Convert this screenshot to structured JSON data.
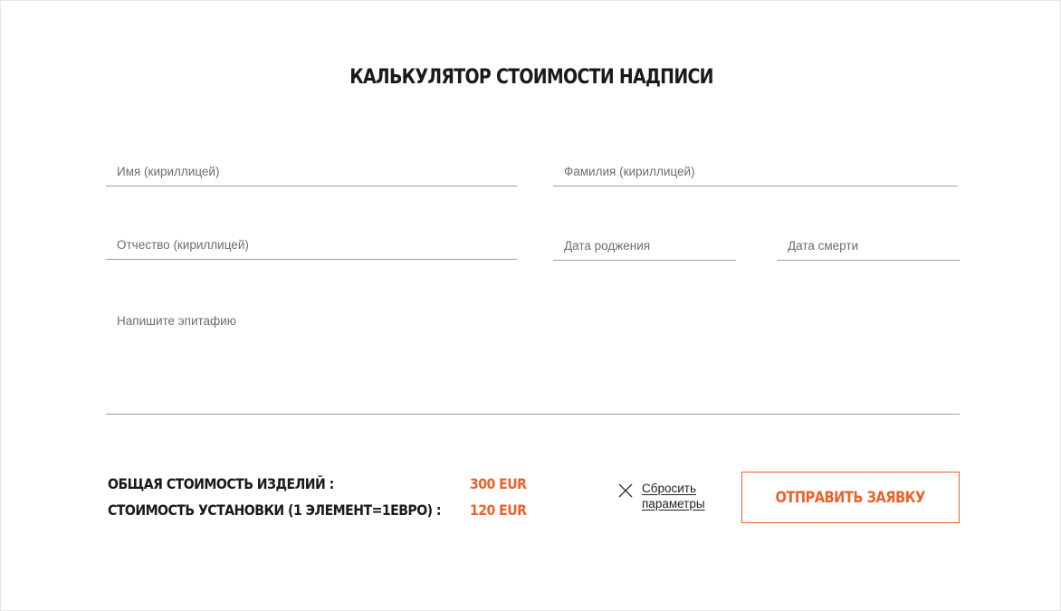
{
  "page": {
    "title": "КАЛЬКУЛЯТОР СТОИМОСТИ НАДПИСИ"
  },
  "form": {
    "first_name": {
      "placeholder": "Имя (кириллицей)",
      "value": ""
    },
    "last_name": {
      "placeholder": "Фамилия (кириллицей)",
      "value": ""
    },
    "patronymic": {
      "placeholder": "Отчество (кириллицей)",
      "value": ""
    },
    "birth_date": {
      "placeholder": "Дата роджения",
      "value": ""
    },
    "death_date": {
      "placeholder": "Дата смерти",
      "value": ""
    },
    "epitaph": {
      "placeholder": "Напишите эпитафию",
      "value": ""
    }
  },
  "summary": {
    "total_label": "ОБЩАЯ СТОИМОСТЬ ИЗДЕЛИЙ :",
    "total_value": "300 EUR",
    "install_label": "СТОИМОСТЬ УСТАНОВКИ (1 ЭЛЕМЕНТ=1ЕВРО) :",
    "install_value": "120 EUR"
  },
  "actions": {
    "reset_label": "Сбросить параметры",
    "submit_label": "ОТПРАВИТЬ ЗАЯВКУ"
  },
  "colors": {
    "accent": "#e8632b",
    "text": "#1a1a1a",
    "field_border": "#9d9d9d"
  },
  "icons": {
    "reset": "close-icon"
  }
}
